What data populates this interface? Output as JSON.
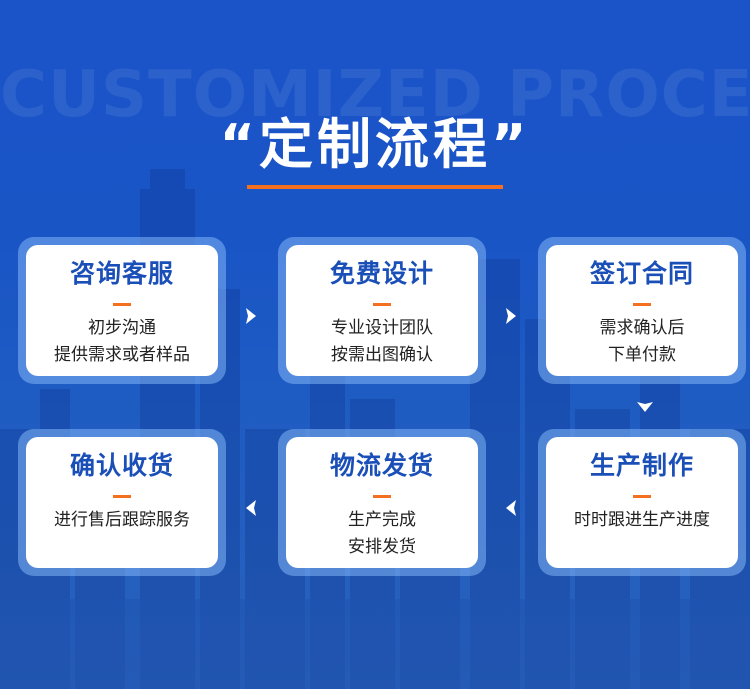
{
  "header": {
    "watermark": "CUSTOMIZED PROCESS",
    "title": "“定制流程”"
  },
  "colors": {
    "accent": "#f5701e",
    "title_blue": "#1b4fb8",
    "background": "#1b54c9"
  },
  "steps": [
    {
      "title": "咨询客服",
      "lines": [
        "初步沟通",
        "提供需求或者样品"
      ]
    },
    {
      "title": "免费设计",
      "lines": [
        "专业设计团队",
        "按需出图确认"
      ]
    },
    {
      "title": "签订合同",
      "lines": [
        "需求确认后",
        "下单付款"
      ]
    },
    {
      "title": "确认收货",
      "lines": [
        "进行售后跟踪服务"
      ]
    },
    {
      "title": "物流发货",
      "lines": [
        "生产完成",
        "安排发货"
      ]
    },
    {
      "title": "生产制作",
      "lines": [
        "时时跟进生产进度"
      ]
    }
  ],
  "icons": [
    "chevron-right-icon",
    "chevron-right-icon",
    "chevron-down-icon",
    "chevron-left-icon",
    "chevron-left-icon"
  ]
}
